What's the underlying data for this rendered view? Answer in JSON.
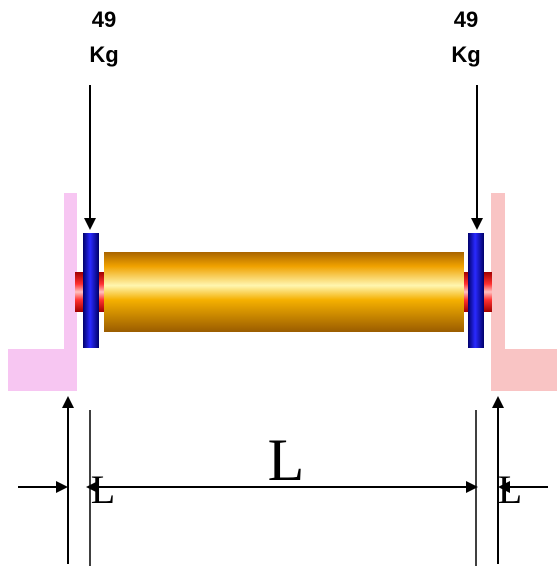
{
  "loads": {
    "left": {
      "value": "49",
      "unit": "Kg"
    },
    "right": {
      "value": "49",
      "unit": "Kg"
    }
  },
  "dimensions": {
    "main_label": "L",
    "left_offset_label": "L",
    "right_offset_label": "L"
  },
  "colors": {
    "support_left": "#f7c6f2",
    "support_right": "#f9c4c4",
    "roller_light": "#fff0a0",
    "roller_mid": "#f5a800",
    "roller_dark": "#b06a00",
    "collar_blue": "#1010e0",
    "collar_dark": "#00007a",
    "shaft_red": "#e01010",
    "shaft_light": "#ffb0b0",
    "line": "#000000"
  }
}
